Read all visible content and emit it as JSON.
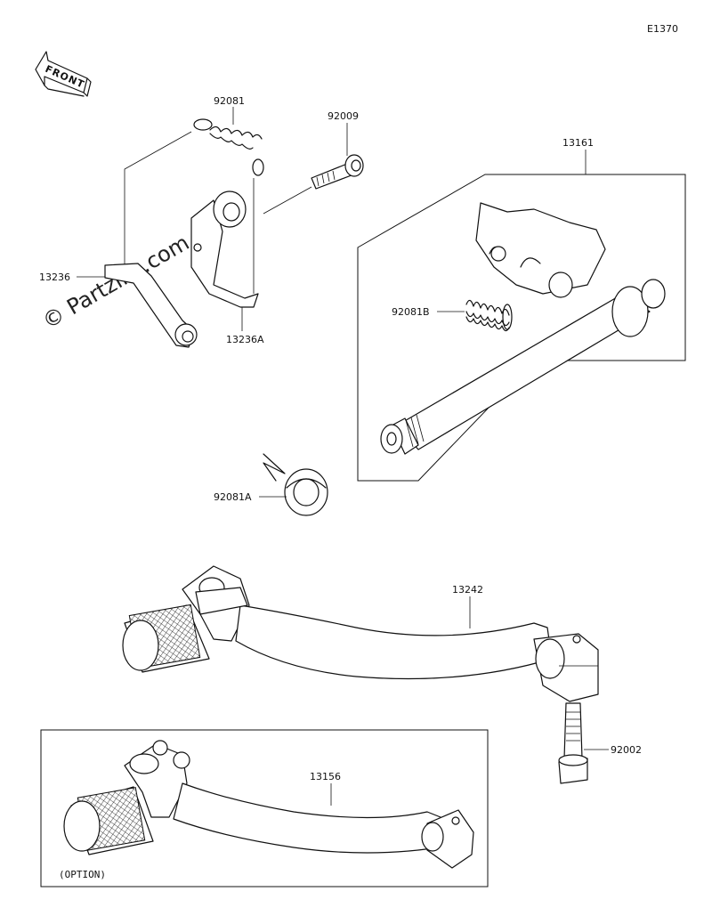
{
  "diagram_code": "E1370",
  "front_label": "FRONT",
  "watermark": "© Partzilla.com",
  "option_label": "(OPTION)",
  "parts": {
    "p92081": "92081",
    "p92009": "92009",
    "p13161": "13161",
    "p13236": "13236",
    "p13236A": "13236A",
    "p92081B": "92081B",
    "p92081A": "92081A",
    "p13242": "13242",
    "p92002": "92002",
    "p13156": "13156"
  }
}
